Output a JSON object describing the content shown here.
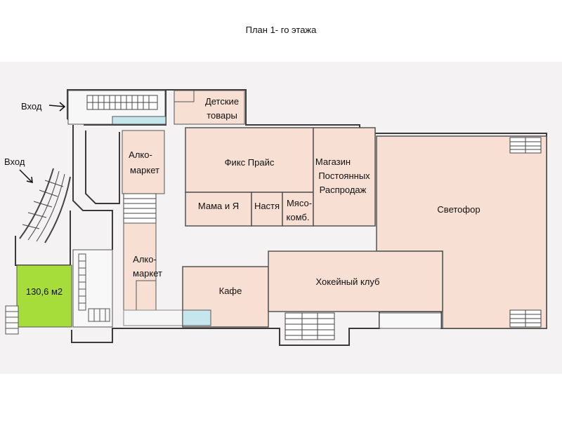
{
  "title": "План 1- го этажа",
  "entrances": [
    "Вход",
    "Вход"
  ],
  "rooms": {
    "kids": [
      "Детские",
      "товары"
    ],
    "fix_price": "Фикс Прайс",
    "clearance": [
      "Магазин",
      "Постоянных",
      "Распродаж"
    ],
    "alko_top": [
      "Алко-",
      "маркет"
    ],
    "mama": "Мама и Я",
    "nastya": "Настя",
    "meat": [
      "Мясо-",
      "комб."
    ],
    "svetofor": "Светофор",
    "alko_bottom": [
      "Алко-",
      "маркет"
    ],
    "cafe": "Кафе",
    "hockey": "Хокейный клуб",
    "highlight_area": "130,6 м2"
  },
  "colors": {
    "room_fill": "#f7dfd3",
    "background_fill": "#f3f1f1",
    "highlight_fill": "#a6dd3a",
    "glass_fill": "#c6e6ee",
    "wall_stroke": "#3a3a3a"
  }
}
